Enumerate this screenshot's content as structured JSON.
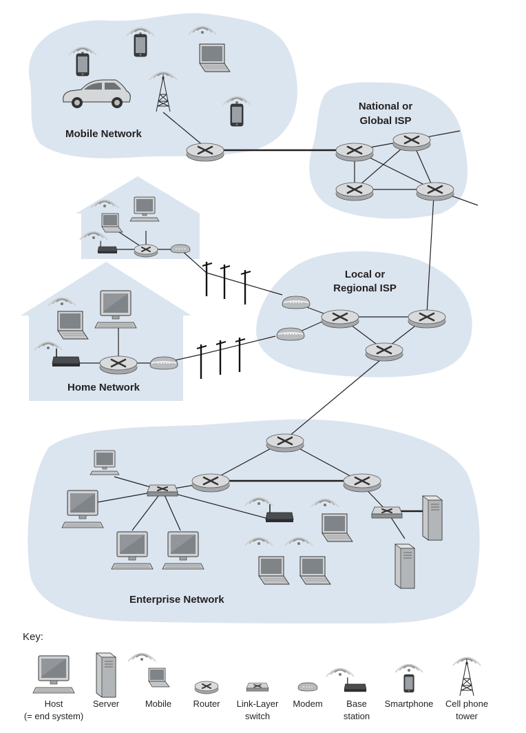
{
  "labels": {
    "mobile_network": "Mobile Network",
    "national_isp_1": "National or",
    "national_isp_2": "Global ISP",
    "local_isp_1": "Local or",
    "local_isp_2": "Regional ISP",
    "home_network": "Home Network",
    "enterprise_network": "Enterprise Network"
  },
  "key": {
    "title": "Key:",
    "items": [
      {
        "label": "Host",
        "sub": "(= end system)",
        "icon": "host-icon"
      },
      {
        "label": "Server",
        "sub": "",
        "icon": "server-icon"
      },
      {
        "label": "Mobile",
        "sub": "",
        "icon": "mobile-icon"
      },
      {
        "label": "Router",
        "sub": "",
        "icon": "router-icon"
      },
      {
        "label": "Link-Layer",
        "sub": "switch",
        "icon": "switch-icon"
      },
      {
        "label": "Modem",
        "sub": "",
        "icon": "modem-icon"
      },
      {
        "label": "Base",
        "sub": "station",
        "icon": "base-station-icon"
      },
      {
        "label": "Smartphone",
        "sub": "",
        "icon": "smartphone-icon"
      },
      {
        "label": "Cell phone",
        "sub": "tower",
        "icon": "cell-tower-icon"
      }
    ]
  },
  "colors": {
    "region_fill": "#dbe5ef",
    "link": "#231f20",
    "router": "#c9cbcd",
    "screen": "#7f8488"
  }
}
